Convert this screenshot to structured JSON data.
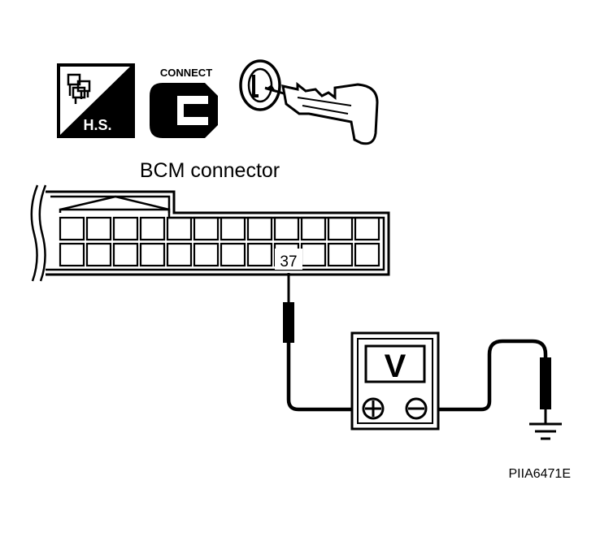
{
  "icons": {
    "hs_label": "H.S.",
    "connect_label": "CONNECT",
    "hs_icon": "harness-side-icon",
    "connect_icon": "connector-icon",
    "key_icon": "ignition-key-icon"
  },
  "connector": {
    "title": "BCM connector",
    "terminal": "37"
  },
  "meter": {
    "mode": "V",
    "positive_symbol": "plus",
    "negative_symbol": "minus"
  },
  "ground_icon": "ground-icon",
  "figure_code": "PIIA6471E",
  "colors": {
    "ink": "#000000",
    "paper": "#ffffff"
  }
}
